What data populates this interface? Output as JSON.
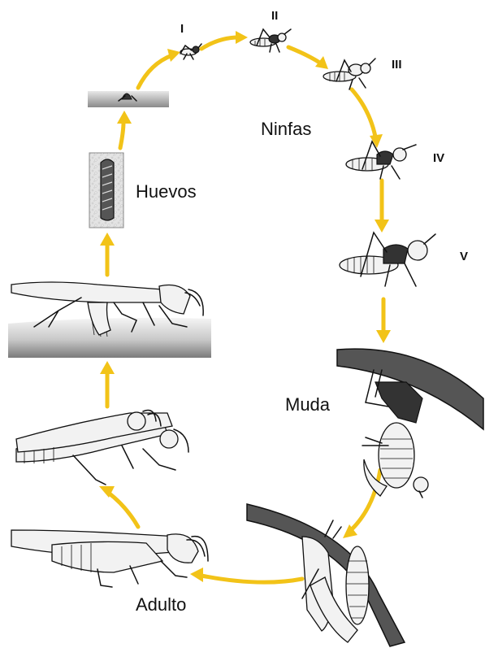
{
  "labels": {
    "nymphs": "Ninfas",
    "eggs": "Huevos",
    "molt": "Muda",
    "adult": "Adulto"
  },
  "stages": {
    "s1": "I",
    "s2": "II",
    "s3": "III",
    "s4": "IV",
    "s5": "V"
  },
  "colors": {
    "arrow": "#F2C318",
    "ground_dark": "#7a7a7a",
    "ground_light": "#f5f5f5",
    "branch": "#555555"
  },
  "icons": [
    "grasshopper-nymph-icon",
    "grasshopper-adult-icon",
    "egg-pod-icon",
    "branch-icon",
    "arrow-icon"
  ]
}
